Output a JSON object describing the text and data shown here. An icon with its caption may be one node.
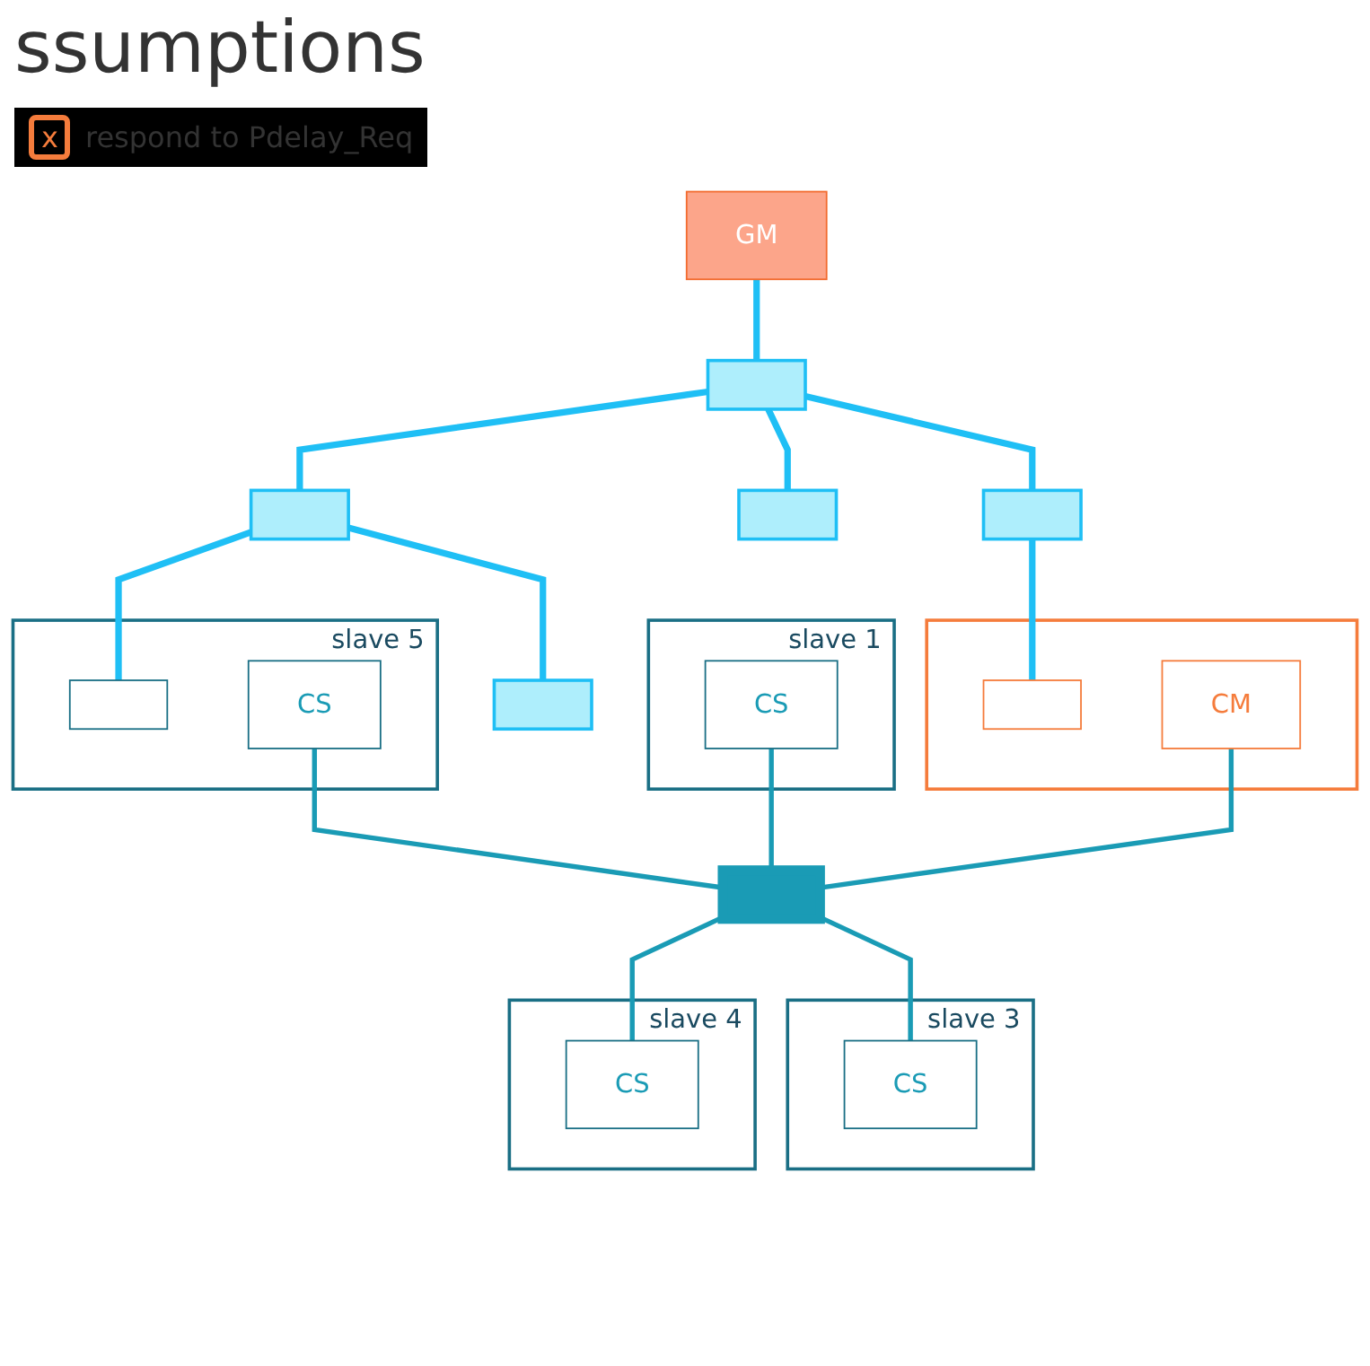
{
  "diagram": {
    "title": "ssumptions",
    "nodes": [
      {
        "text": [
          "GM"
        ]
      },
      {
        "text": [],
        "shape": "box"
      },
      {
        "text": [],
        "shape": "box"
      },
      {
        "text": [],
        "shape": "box"
      },
      {
        "text": [],
        "shape": "box"
      },
      {
        "text": [],
        "shape": "box"
      },
      {
        "text": [
          "slave 5"
        ]
      },
      {
        "text": [],
        "shape": "box",
        "in": 6
      },
      {
        "text": [
          "CS"
        ],
        "in": 6
      },
      {
        "text": [
          "slave 1"
        ]
      },
      {
        "text": [
          "CS"
        ],
        "in": 9
      },
      {
        "text": [],
        "shape": "box"
      },
      {
        "text": [],
        "shape": "box",
        "in": 11
      },
      {
        "text": [
          "CM"
        ],
        "in": 11
      },
      {
        "text": [],
        "shape": "bar"
      },
      {
        "text": [
          "slave 3"
        ]
      },
      {
        "text": [
          "CS"
        ],
        "in": 15
      },
      {
        "text": [
          "slave 4"
        ]
      },
      {
        "text": [
          "CS"
        ],
        "in": 17
      }
    ],
    "edges": [
      {
        "from": 0,
        "to": 1,
        "arrow": "none"
      },
      {
        "from": 1,
        "to": 2,
        "arrow": "none"
      },
      {
        "from": 1,
        "to": 4,
        "arrow": "none"
      },
      {
        "from": 1,
        "to": 5,
        "arrow": "none"
      },
      {
        "from": 2,
        "to": 3,
        "arrow": "none"
      },
      {
        "from": 2,
        "to": 7,
        "arrow": "none"
      },
      {
        "from": 5,
        "to": 12,
        "arrow": "none"
      },
      {
        "from": 8,
        "to": 14,
        "arrow": "none",
        "color": "#1a9bb5"
      },
      {
        "from": 10,
        "to": 14,
        "arrow": "none",
        "color": "#1a9bb5"
      },
      {
        "from": 13,
        "to": 14,
        "arrow": "none",
        "color": "#1a9bb5"
      },
      {
        "from": 14,
        "to": 16,
        "arrow": "none",
        "color": "#1a9bb5"
      },
      {
        "from": 14,
        "to": 18,
        "arrow": "none",
        "color": "#1a9bb5"
      }
    ],
    "labels": [
      "x",
      "respond to Pdelay_Req"
    ]
  }
}
